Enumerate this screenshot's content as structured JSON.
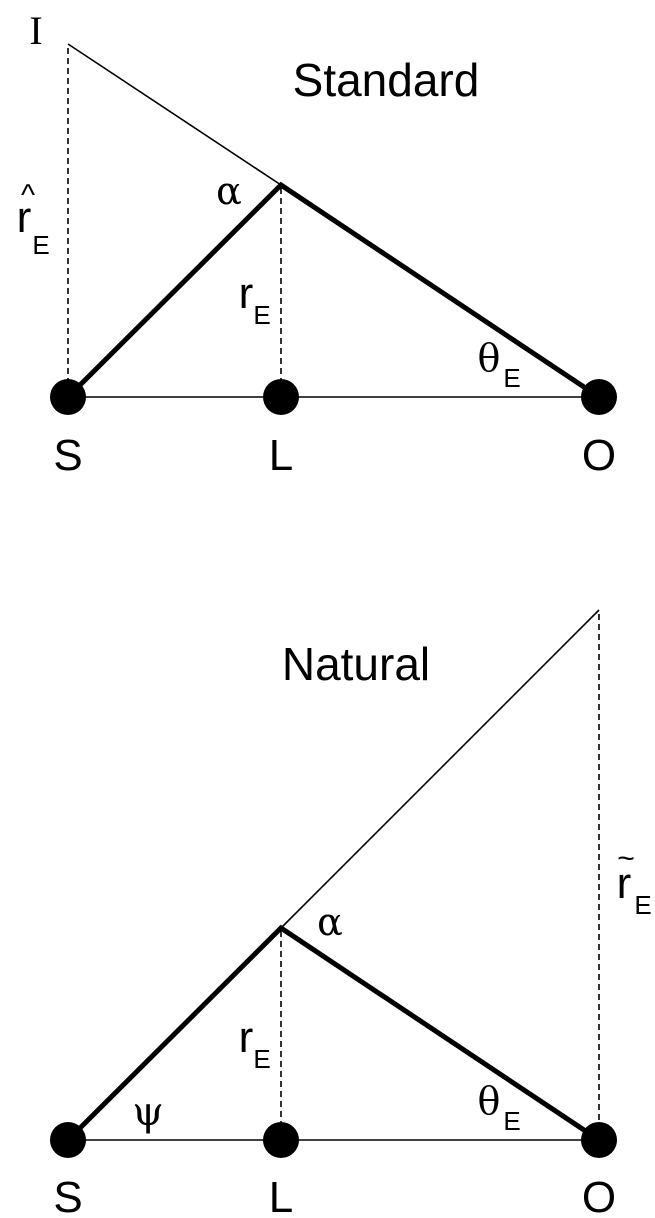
{
  "standard": {
    "title": "Standard",
    "image_label": "I",
    "r_hat_symbol": "r",
    "r_hat_accent": "^",
    "r_hat_subscript": "E",
    "alpha": "α",
    "r_symbol": "r",
    "r_subscript": "E",
    "theta_symbol": "θ",
    "theta_subscript": "E",
    "source": "S",
    "lens": "L",
    "observer": "O"
  },
  "natural": {
    "title": "Natural",
    "r_tilde_symbol": "r",
    "r_tilde_accent": "~",
    "r_tilde_subscript": "E",
    "alpha": "α",
    "r_symbol": "r",
    "r_subscript": "E",
    "psi": "ψ",
    "theta_symbol": "θ",
    "theta_subscript": "E",
    "source": "S",
    "lens": "L",
    "observer": "O"
  }
}
